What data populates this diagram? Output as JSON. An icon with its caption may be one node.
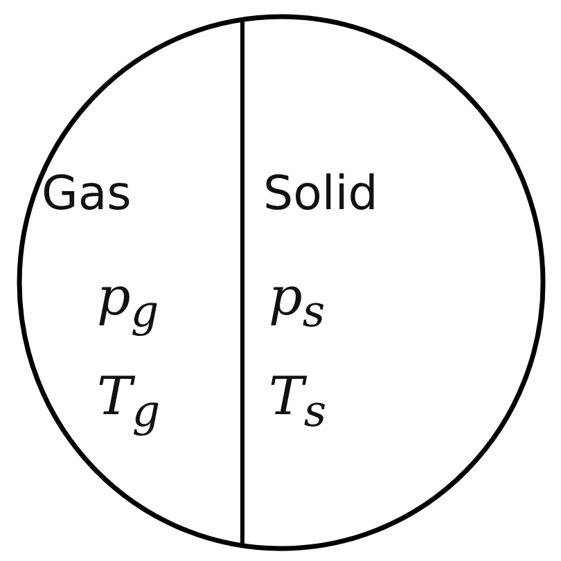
{
  "diagram": {
    "nodes": [
      {
        "text": [],
        "shape": "circle"
      },
      {
        "text": [
          "Gas",
          "p$_{g}$",
          "T$_{g}$"
        ],
        "in": 0
      },
      {
        "text": [
          "Solid",
          "p$_{s}$",
          "T$_{s}$"
        ],
        "in": 0
      }
    ]
  }
}
